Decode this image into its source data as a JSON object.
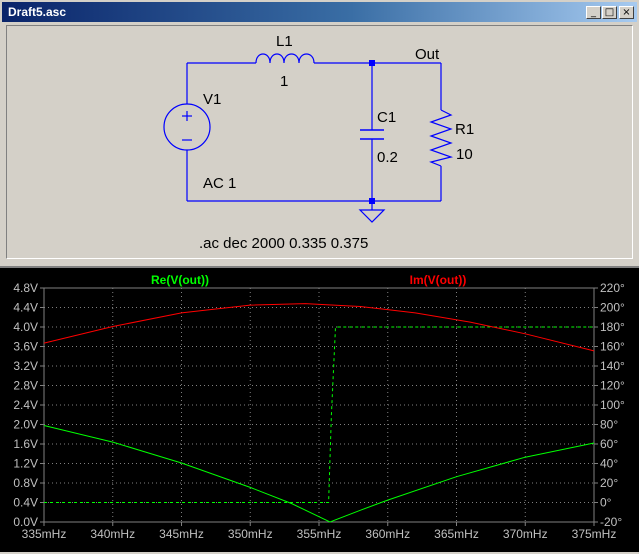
{
  "window": {
    "title": "Draft5.asc",
    "buttons": {
      "minimize": "_",
      "maximize": "□",
      "close": "×"
    }
  },
  "schematic": {
    "inductor": {
      "name": "L1",
      "value": "1"
    },
    "source": {
      "name": "V1",
      "value": "AC 1"
    },
    "capacitor": {
      "name": "C1",
      "value": "0.2"
    },
    "resistor": {
      "name": "R1",
      "value": "10"
    },
    "net_label": "Out",
    "directive": ".ac dec 2000 0.335 0.375"
  },
  "colors": {
    "wire": "#0000ff",
    "schematic_text": "#000000",
    "plot_bg": "#000000",
    "trace_re": "#00ff00",
    "trace_im": "#ff0000",
    "grid": "#808080",
    "axis_text": "#c0c0c0"
  },
  "chart_data": {
    "type": "line",
    "xlabel": "",
    "ylabel": "",
    "x_ticks": [
      "335mHz",
      "340mHz",
      "345mHz",
      "350mHz",
      "355mHz",
      "360mHz",
      "365mHz",
      "370mHz",
      "375mHz"
    ],
    "y_left_ticks": [
      "0.0V",
      "0.4V",
      "0.8V",
      "1.2V",
      "1.6V",
      "2.0V",
      "2.4V",
      "2.8V",
      "3.2V",
      "3.6V",
      "4.0V",
      "4.4V",
      "4.8V"
    ],
    "y_right_ticks": [
      "-20°",
      "0°",
      "20°",
      "40°",
      "60°",
      "80°",
      "100°",
      "120°",
      "140°",
      "160°",
      "180°",
      "200°",
      "220°"
    ],
    "xlim": [
      0.335,
      0.375
    ],
    "ylim_left": [
      0,
      4.8
    ],
    "ylim_right": [
      -20,
      220
    ],
    "grid": true,
    "series": [
      {
        "name": "Re(V(out))",
        "axis": "left",
        "style": "solid",
        "x": [
          0.335,
          0.34,
          0.345,
          0.35,
          0.353,
          0.3558,
          0.358,
          0.36,
          0.365,
          0.37,
          0.375
        ],
        "y": [
          1.98,
          1.64,
          1.21,
          0.71,
          0.38,
          0.0,
          0.24,
          0.45,
          0.93,
          1.33,
          1.62
        ]
      },
      {
        "name": "",
        "axis": "right",
        "style": "dashed",
        "x": [
          0.335,
          0.3557,
          0.3559,
          0.3562,
          0.375
        ],
        "y": [
          0,
          0,
          90,
          180,
          180
        ]
      },
      {
        "name": "Im(V(out))",
        "axis": "left",
        "style": "solid",
        "x": [
          0.335,
          0.34,
          0.345,
          0.35,
          0.354,
          0.358,
          0.362,
          0.366,
          0.37,
          0.375
        ],
        "y": [
          3.67,
          4.01,
          4.29,
          4.45,
          4.48,
          4.42,
          4.29,
          4.1,
          3.86,
          3.51
        ]
      }
    ]
  }
}
